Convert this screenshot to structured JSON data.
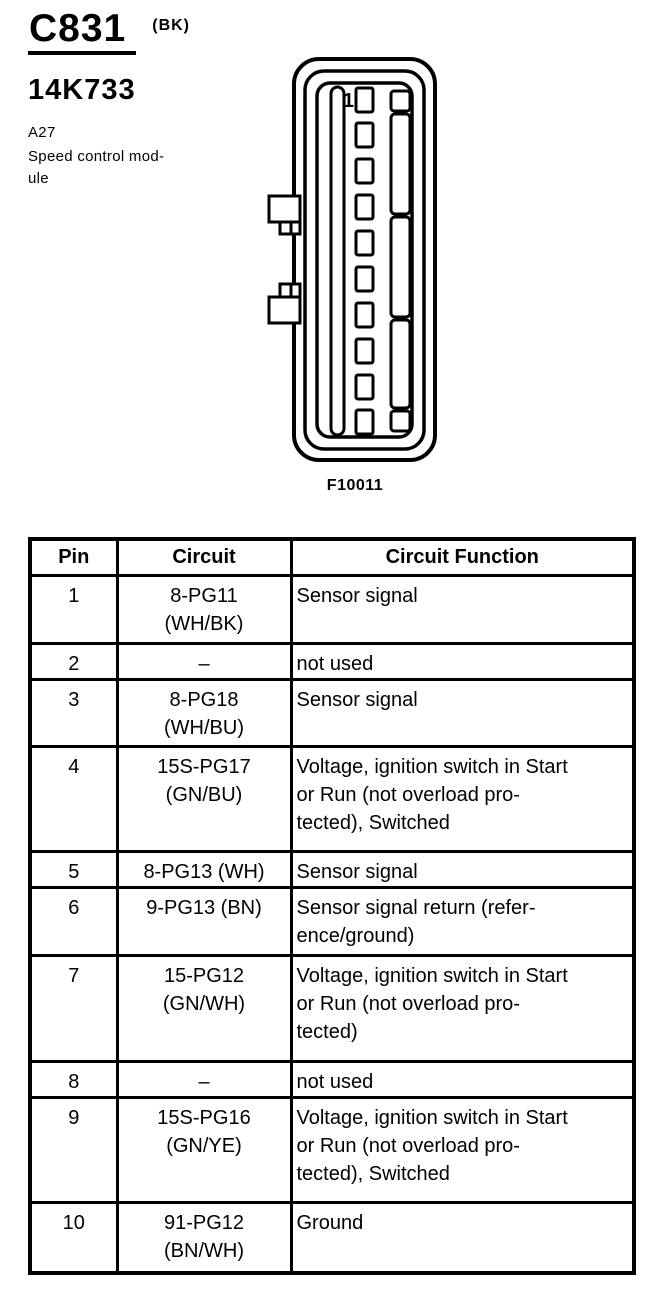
{
  "header": {
    "connector_id": "C831",
    "color_code": "(BK)",
    "part_number": "14K733",
    "component_id": "A27",
    "component_name": "Speed control mod-\nule"
  },
  "figure": {
    "pin1_label": "1",
    "caption": "F10011"
  },
  "table": {
    "headers": [
      "Pin",
      "Circuit",
      "Circuit Function"
    ],
    "rows": [
      {
        "pin": "1",
        "circuit": "8-PG11\n(WH/BK)",
        "function": "Sensor signal"
      },
      {
        "pin": "2",
        "circuit": "–",
        "function": "not used"
      },
      {
        "pin": "3",
        "circuit": "8-PG18\n(WH/BU)",
        "function": "Sensor signal"
      },
      {
        "pin": "4",
        "circuit": "15S-PG17\n(GN/BU)",
        "function": "Voltage, ignition switch in Start\nor Run (not overload pro-\ntected), Switched"
      },
      {
        "pin": "5",
        "circuit": "8-PG13 (WH)",
        "function": "Sensor signal"
      },
      {
        "pin": "6",
        "circuit": "9-PG13 (BN)",
        "function": "Sensor signal return (refer-\nence/ground)"
      },
      {
        "pin": "7",
        "circuit": "15-PG12\n(GN/WH)",
        "function": "Voltage, ignition switch in Start\nor Run (not overload pro-\ntected)"
      },
      {
        "pin": "8",
        "circuit": "–",
        "function": "not used"
      },
      {
        "pin": "9",
        "circuit": "15S-PG16\n(GN/YE)",
        "function": "Voltage, ignition switch in Start\nor Run (not overload pro-\ntected), Switched"
      },
      {
        "pin": "10",
        "circuit": "91-PG12\n(BN/WH)",
        "function": "Ground"
      }
    ]
  },
  "colors": {
    "ink": "#000000",
    "paper": "#ffffff"
  }
}
